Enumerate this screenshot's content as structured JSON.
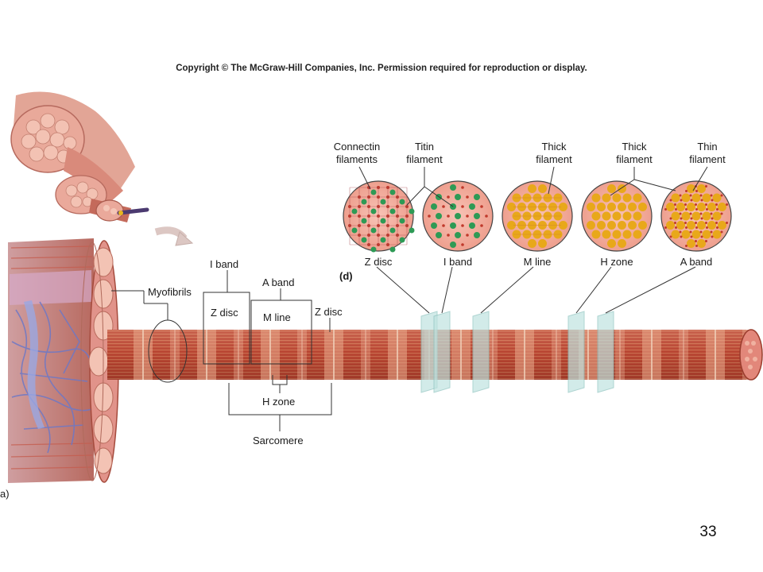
{
  "copyright": "Copyright © The McGraw-Hill Companies, Inc. Permission required for reproduction or display.",
  "slide_number": "33",
  "panel_labels": {
    "a": "a)",
    "d": "(d)"
  },
  "sarcomere_labels": {
    "myofibrils": "Myofibrils",
    "i_band": "I band",
    "a_band": "A band",
    "z_disc_left": "Z disc",
    "m_line": "M line",
    "z_disc_right": "Z disc",
    "h_zone": "H zone",
    "sarcomere": "Sarcomere"
  },
  "filament_labels": {
    "connectin_line1": "Connectin",
    "connectin_line2": "filaments",
    "titin_line1": "Titin",
    "titin_line2": "filament",
    "thick1_line1": "Thick",
    "thick1_line2": "filament",
    "thick2_line1": "Thick",
    "thick2_line2": "filament",
    "thin_line1": "Thin",
    "thin_line2": "filament"
  },
  "cross_sections": [
    {
      "name": "Z disc"
    },
    {
      "name": "I band"
    },
    {
      "name": "M line"
    },
    {
      "name": "H zone"
    },
    {
      "name": "A band"
    }
  ],
  "colors": {
    "muscle_red": "#b8412d",
    "muscle_pink": "#e7a08c",
    "cross_section_pink": "#f4b4a6",
    "thick_filament": "#e8a81a",
    "thin_filament_green": "#2e9a55",
    "plane_cyan": "#bfe3e0",
    "blood_vessel": "#6a74c8"
  }
}
